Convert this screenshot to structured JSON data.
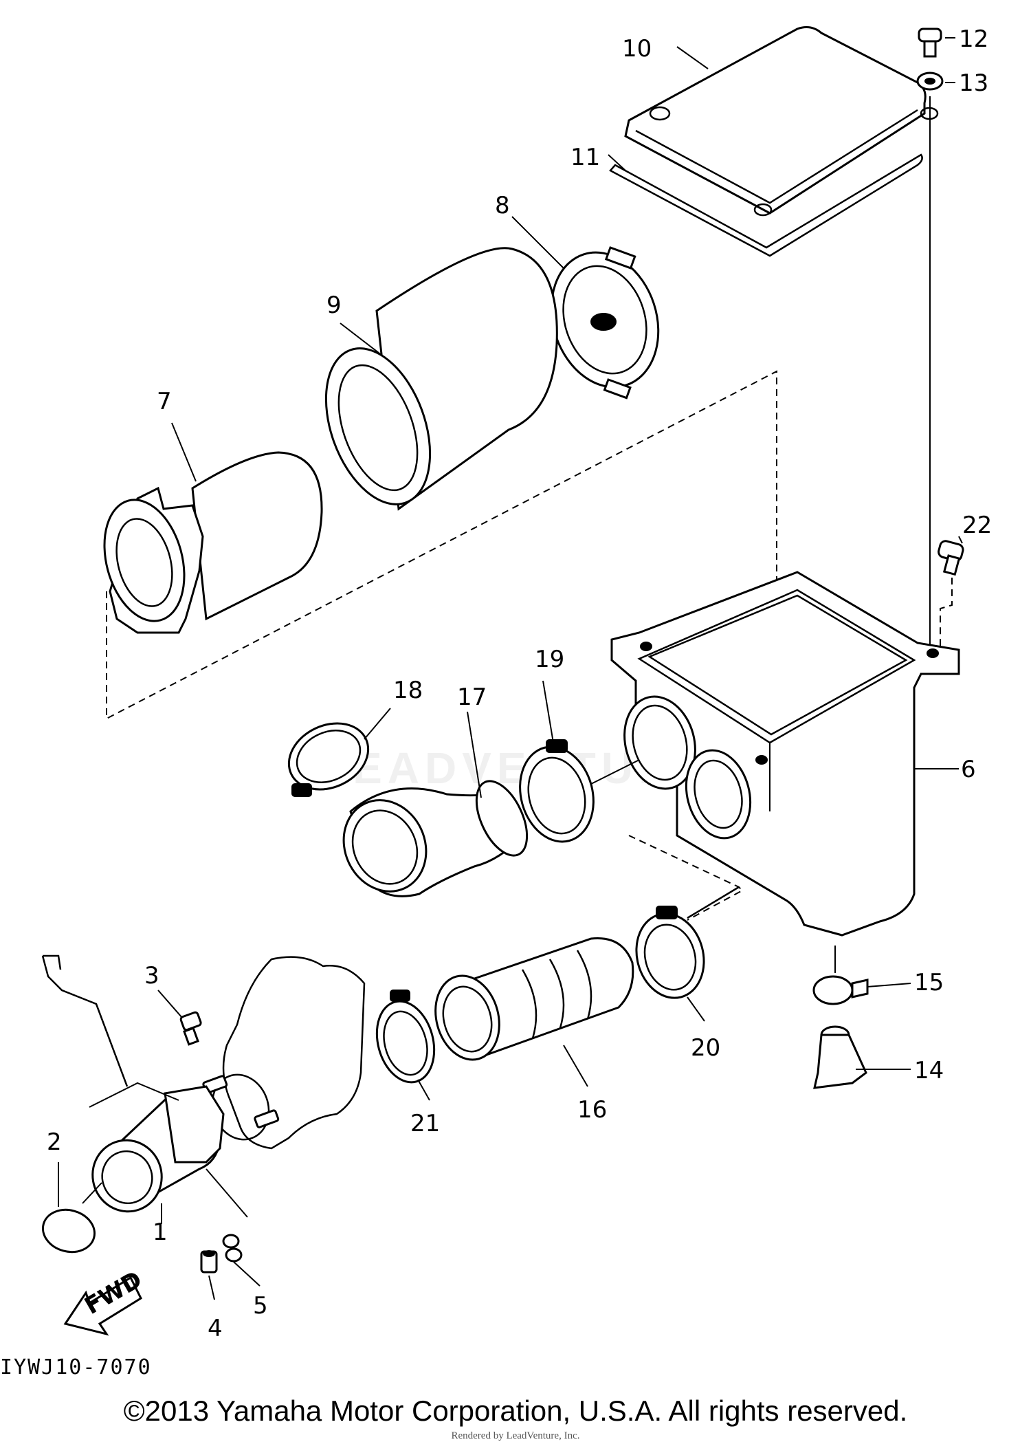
{
  "diagram": {
    "drawing_code": "IYWJ10-7070",
    "direction_arrow": "FWD",
    "callouts": [
      "1",
      "2",
      "3",
      "4",
      "5",
      "6",
      "7",
      "8",
      "9",
      "10",
      "11",
      "12",
      "13",
      "14",
      "15",
      "16",
      "17",
      "18",
      "19",
      "20",
      "21",
      "22"
    ]
  },
  "footer": {
    "copyright": "©2013 Yamaha Motor Corporation, U.S.A. All rights reserved.",
    "rendered_by": "Rendered by LeadVenture, Inc."
  },
  "watermark": {
    "text": "LEADVENTURE"
  }
}
